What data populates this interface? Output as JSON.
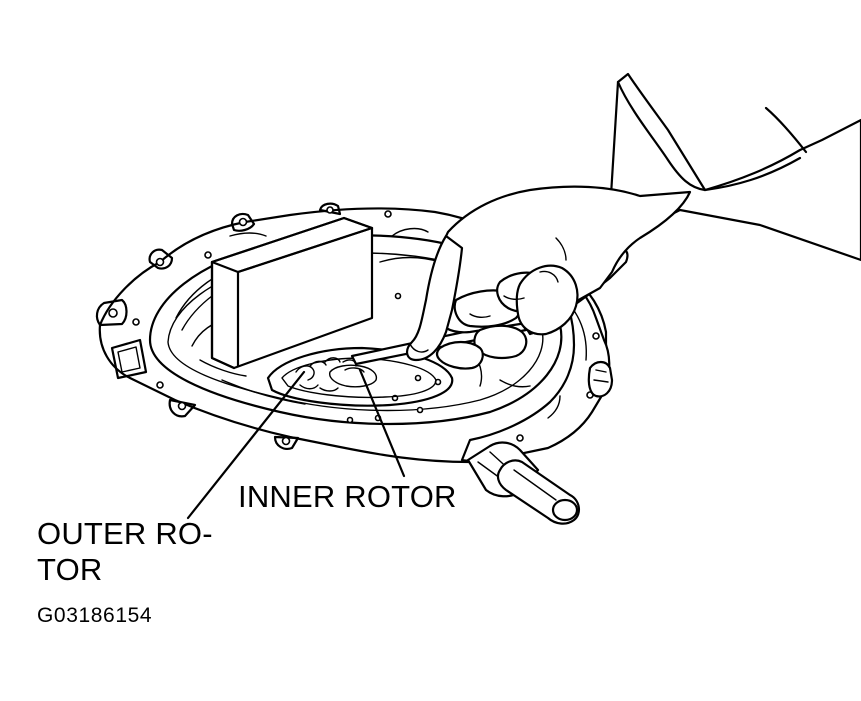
{
  "labels": {
    "inner_rotor": "INNER ROTOR",
    "outer_rotor": "OUTER RO-\nTOR",
    "figure_code": "G03186154"
  },
  "style": {
    "line_color": "#000000",
    "background": "#ffffff"
  }
}
